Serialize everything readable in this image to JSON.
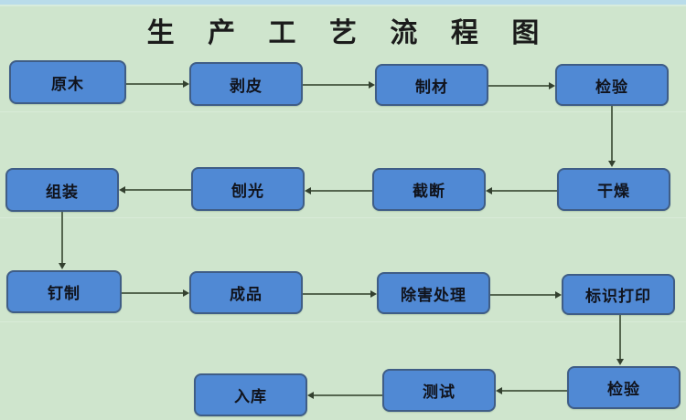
{
  "diagram": {
    "title": "生 产 工 艺 流 程 图",
    "title_plain": "生产工艺流程图",
    "background_color": "#cfe5cd",
    "node_fill_color": "#5089d4",
    "node_border_color": "#3f5d86",
    "edge_color": "#55664f",
    "top_band_color": "#b9dcea",
    "nodes": [
      {
        "id": "n1",
        "label": "原木",
        "row": 1,
        "col": 1
      },
      {
        "id": "n2",
        "label": "剥皮",
        "row": 1,
        "col": 2
      },
      {
        "id": "n3",
        "label": "制材",
        "row": 1,
        "col": 3
      },
      {
        "id": "n4",
        "label": "检验",
        "row": 1,
        "col": 4
      },
      {
        "id": "n5",
        "label": "干燥",
        "row": 2,
        "col": 4
      },
      {
        "id": "n6",
        "label": "截断",
        "row": 2,
        "col": 3
      },
      {
        "id": "n7",
        "label": "刨光",
        "row": 2,
        "col": 2
      },
      {
        "id": "n8",
        "label": "组装",
        "row": 2,
        "col": 1
      },
      {
        "id": "n9",
        "label": "钉制",
        "row": 3,
        "col": 1
      },
      {
        "id": "n10",
        "label": "成品",
        "row": 3,
        "col": 2
      },
      {
        "id": "n11",
        "label": "除害处理",
        "row": 3,
        "col": 3
      },
      {
        "id": "n12",
        "label": "标识打印",
        "row": 3,
        "col": 4
      },
      {
        "id": "n13",
        "label": "检验",
        "row": 4,
        "col": 4
      },
      {
        "id": "n14",
        "label": "测试",
        "row": 4,
        "col": 3
      },
      {
        "id": "n15",
        "label": "入库",
        "row": 4,
        "col": 2
      }
    ],
    "edges": [
      {
        "from": "原木",
        "to": "剥皮",
        "direction": "right"
      },
      {
        "from": "剥皮",
        "to": "制材",
        "direction": "right"
      },
      {
        "from": "制材",
        "to": "检验",
        "direction": "right"
      },
      {
        "from": "检验",
        "to": "干燥",
        "direction": "down"
      },
      {
        "from": "干燥",
        "to": "截断",
        "direction": "left"
      },
      {
        "from": "截断",
        "to": "刨光",
        "direction": "left"
      },
      {
        "from": "刨光",
        "to": "组装",
        "direction": "left"
      },
      {
        "from": "组装",
        "to": "钉制",
        "direction": "down"
      },
      {
        "from": "钉制",
        "to": "成品",
        "direction": "right"
      },
      {
        "from": "成品",
        "to": "除害处理",
        "direction": "right"
      },
      {
        "from": "除害处理",
        "to": "标识打印",
        "direction": "right"
      },
      {
        "from": "标识打印",
        "to": "检验",
        "direction": "down"
      },
      {
        "from": "检验",
        "to": "测试",
        "direction": "left"
      },
      {
        "from": "测试",
        "to": "入库",
        "direction": "left"
      }
    ]
  }
}
